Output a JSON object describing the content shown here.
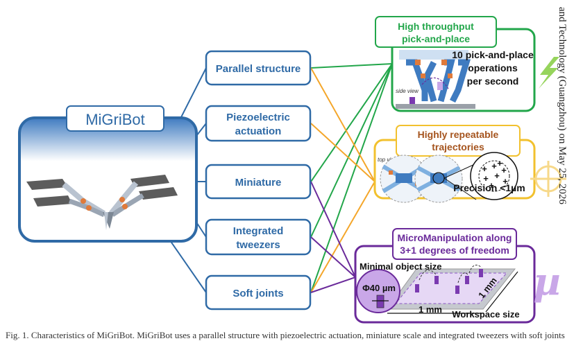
{
  "center": {
    "title": "MiGriBot"
  },
  "features": [
    {
      "label": [
        "Parallel structure"
      ]
    },
    {
      "label": [
        "Piezoelectric",
        "actuation"
      ]
    },
    {
      "label": [
        "Miniature"
      ]
    },
    {
      "label": [
        "Integrated",
        "tweezers"
      ]
    },
    {
      "label": [
        "Soft joints"
      ]
    }
  ],
  "outcomes": {
    "throughput": {
      "title": [
        "High throughput",
        "pick-and-place"
      ],
      "text": [
        "10 pick-and-place",
        "operations",
        "per second"
      ],
      "side_view": "side view"
    },
    "repeatable": {
      "title": [
        "Highly repeatable",
        "trajectories"
      ],
      "top_view": "top view",
      "precision": "Precision <1µm"
    },
    "micromanipulation": {
      "title": [
        "MicroManipulation along",
        "3+1 degrees of freedom"
      ],
      "min_size": "Minimal object size",
      "phi": "Φ40 µm",
      "one_mm_a": "1 mm",
      "one_mm_b": "1 mm",
      "workspace": "Workspace size",
      "mu": "µ"
    }
  },
  "side_text": "and Technology (Guangzhou) on May 25, 2026",
  "caption": "Fig. 1. Characteristics of MiGriBot. MiGriBot uses a parallel structure with piezoelectric actuation, miniature scale and integrated tweezers with soft joints",
  "colors": {
    "blue": "#2f6aa6",
    "green": "#22a64a",
    "orange": "#f4a62a",
    "purple": "#6a2a9a",
    "gold": "#f2c12e",
    "lightgreen": "#8bcf4a",
    "lavender": "#c9a7e8"
  }
}
